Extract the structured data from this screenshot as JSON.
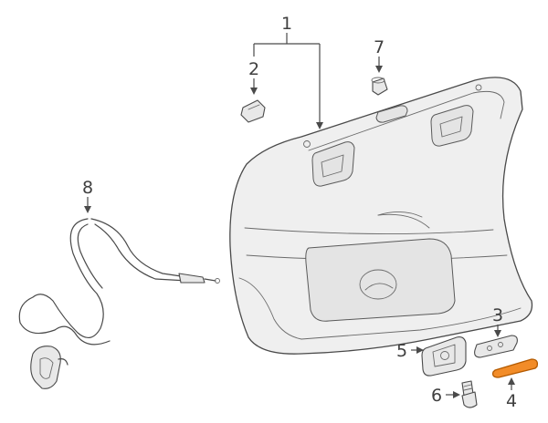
{
  "callouts": [
    {
      "id": "1",
      "label": "1",
      "highlighted": false
    },
    {
      "id": "2",
      "label": "2",
      "highlighted": false
    },
    {
      "id": "3",
      "label": "3",
      "highlighted": false
    },
    {
      "id": "4",
      "label": "4",
      "highlighted": true
    },
    {
      "id": "5",
      "label": "5",
      "highlighted": false
    },
    {
      "id": "6",
      "label": "6",
      "highlighted": false
    },
    {
      "id": "7",
      "label": "7",
      "highlighted": false
    },
    {
      "id": "8",
      "label": "8",
      "highlighted": false
    }
  ],
  "colors": {
    "line": "#4a4a4a",
    "part_fill": "#e8e8e8",
    "highlight_fill": "#f28c28",
    "highlight_stroke": "#b35a00",
    "background": "#ffffff"
  }
}
